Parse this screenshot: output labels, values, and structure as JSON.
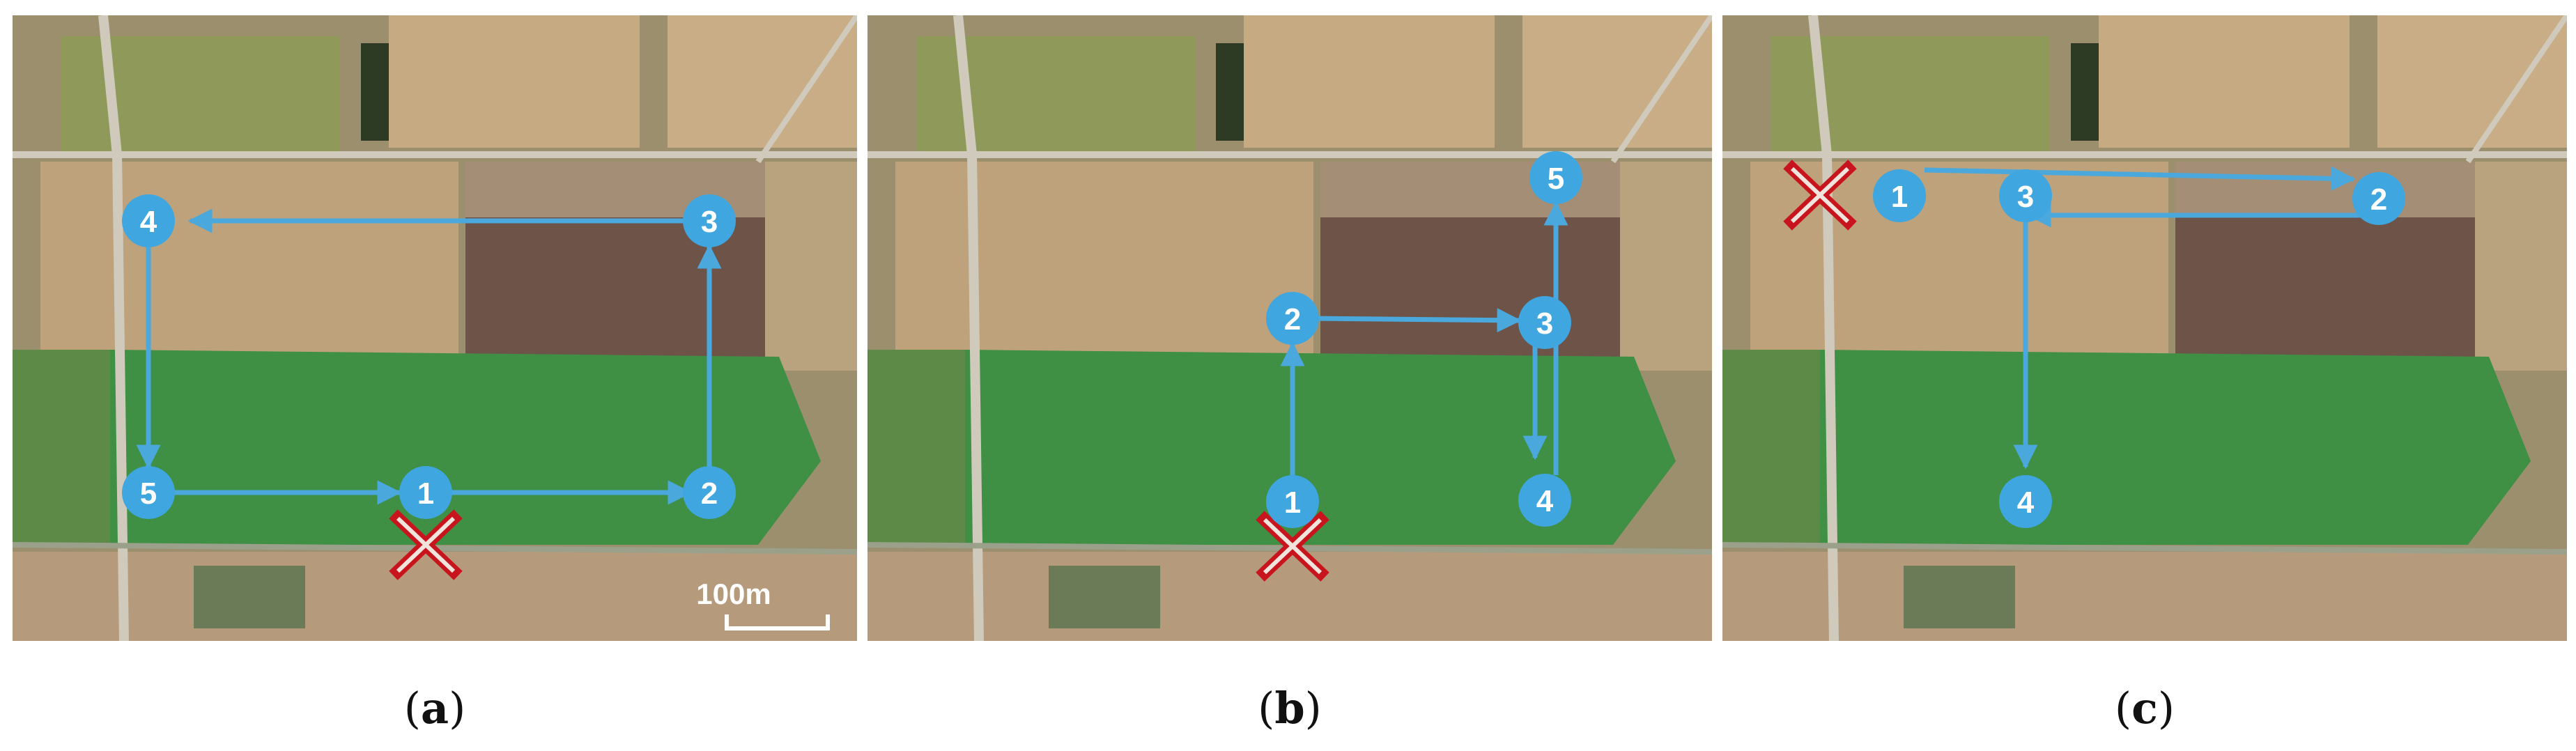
{
  "colors": {
    "route": "#4aa8dc",
    "waypoint": "#3fa6e0",
    "waypoint_text": "#ffffff",
    "takeoff_marker": "#c8141c",
    "field_green": "#3f8f44",
    "field_dry": "#bfa680",
    "field_plowed": "#6e5448",
    "grass": "#6d8a4e",
    "road": "#cfcabc"
  },
  "takeoff_marker_icon": "red-x-marker",
  "scale_bar": {
    "label": "100m"
  },
  "panels": [
    {
      "caption_letter": "a",
      "waypoints": [
        "1",
        "2",
        "3",
        "4",
        "5"
      ]
    },
    {
      "caption_letter": "b",
      "waypoints": [
        "1",
        "2",
        "3",
        "4",
        "5"
      ]
    },
    {
      "caption_letter": "c",
      "waypoints": [
        "1",
        "2",
        "3",
        "4"
      ]
    }
  ]
}
